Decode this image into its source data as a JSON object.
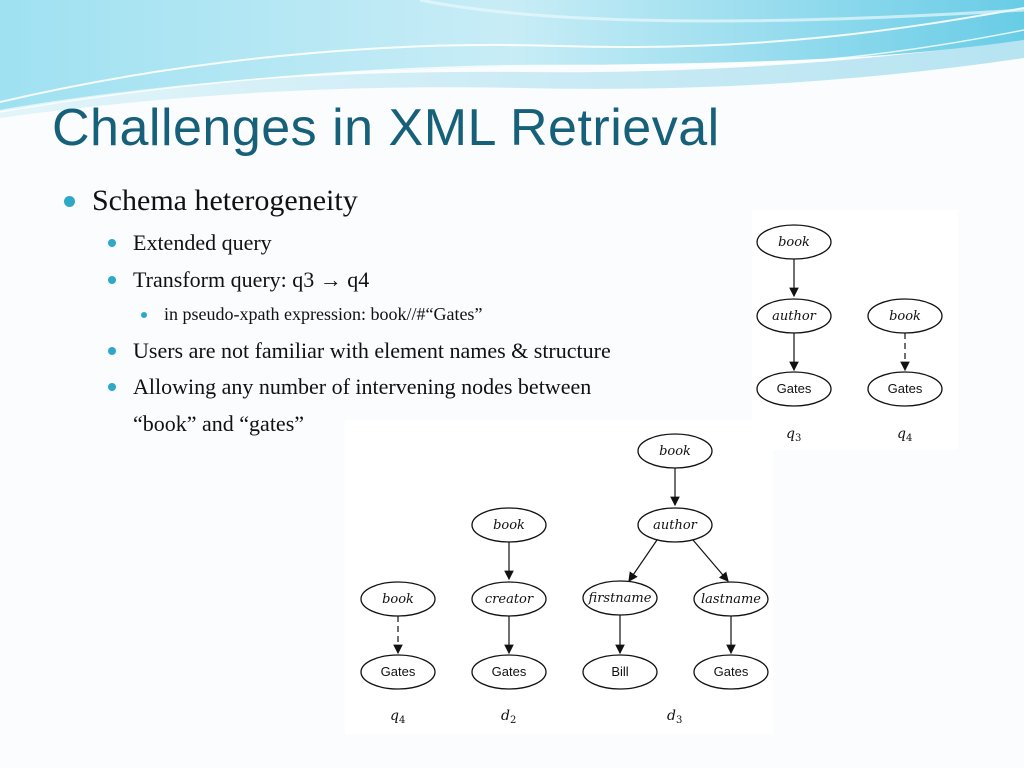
{
  "slide": {
    "title": "Challenges in XML Retrieval",
    "bullets": {
      "l1": "Schema heterogeneity",
      "extended": "Extended query",
      "transform": "Transform query: q3 → q4",
      "pseudo": "in pseudo-xpath expression: book//#“Gates”",
      "users": "Users are not familiar with element names & structure",
      "allowing": "Allowing any number of intervening nodes between",
      "allowing2": "“book” and “gates”"
    }
  },
  "colors": {
    "title": "#17607a",
    "bullet": "#2fa8c8"
  },
  "figure_top": {
    "q3": {
      "nodes": [
        "book",
        "author",
        "Gates"
      ],
      "caption": "q",
      "caption_sub": "3"
    },
    "q4": {
      "nodes": [
        "book",
        "Gates"
      ],
      "caption": "q",
      "caption_sub": "4"
    }
  },
  "figure_bottom": {
    "q4": {
      "nodes": [
        "book",
        "Gates"
      ],
      "caption": "q",
      "caption_sub": "4"
    },
    "d2": {
      "nodes": [
        "book",
        "creator",
        "Gates"
      ],
      "caption": "d",
      "caption_sub": "2"
    },
    "d3": {
      "nodes": [
        "book",
        "author",
        "firstname",
        "lastname",
        "Bill",
        "Gates"
      ],
      "caption": "d",
      "caption_sub": "3"
    }
  }
}
